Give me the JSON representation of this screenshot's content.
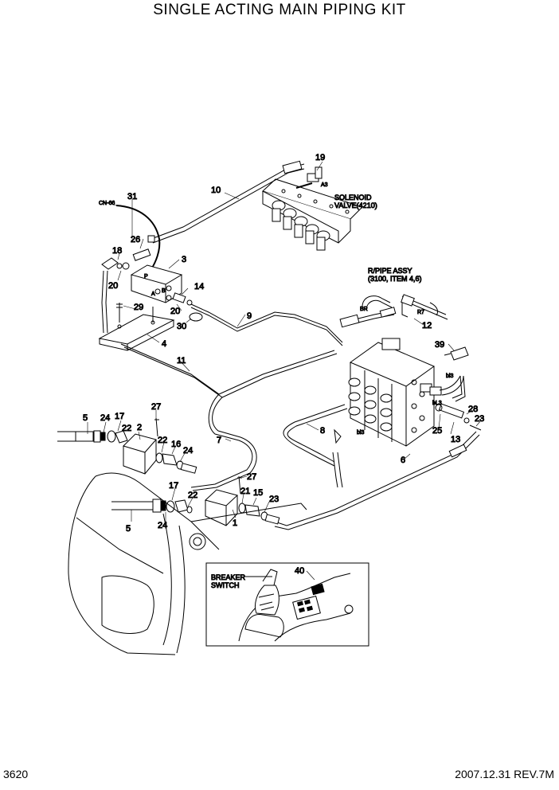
{
  "title": "SINGLE ACTING MAIN PIPING KIT",
  "footer": {
    "page_number": "3620",
    "date_rev": "2007.12.31  REV.7M"
  },
  "notes": {
    "solenoid_1": "SOLENOID",
    "solenoid_2": "VALVE(4210)",
    "rpipe_1": "R/PIPE ASSY",
    "rpipe_2": "(3100, ITEM 4,6)",
    "breaker_1": "BREAKER",
    "breaker_2": "SWITCH",
    "cn66": "CN-66",
    "a3": "A3",
    "br": "BR",
    "r7": "R7",
    "bl3": "bl3",
    "bl3b": "bL3",
    "bl3c": "bl3",
    "p": "P",
    "a": "A",
    "b": "B"
  },
  "callouts": {
    "c1": "1",
    "c2": "2",
    "c3": "3",
    "c4": "4",
    "c5": "5",
    "c5b": "5",
    "c6": "6",
    "c7": "7",
    "c8": "8",
    "c9": "9",
    "c10": "10",
    "c11": "11",
    "c12": "12",
    "c13": "13",
    "c14": "14",
    "c15": "15",
    "c16": "16",
    "c17": "17",
    "c17b": "17",
    "c18": "18",
    "c19": "19",
    "c20": "20",
    "c20b": "20",
    "c21": "21",
    "c22": "22",
    "c22b": "22",
    "c22c": "22",
    "c23": "23",
    "c23b": "23",
    "c24": "24",
    "c24b": "24",
    "c24c": "24",
    "c25": "25",
    "c26": "26",
    "c27": "27",
    "c27b": "27",
    "c28": "28",
    "c29": "29",
    "c30": "30",
    "c31": "31",
    "c39": "39",
    "c40": "40"
  }
}
